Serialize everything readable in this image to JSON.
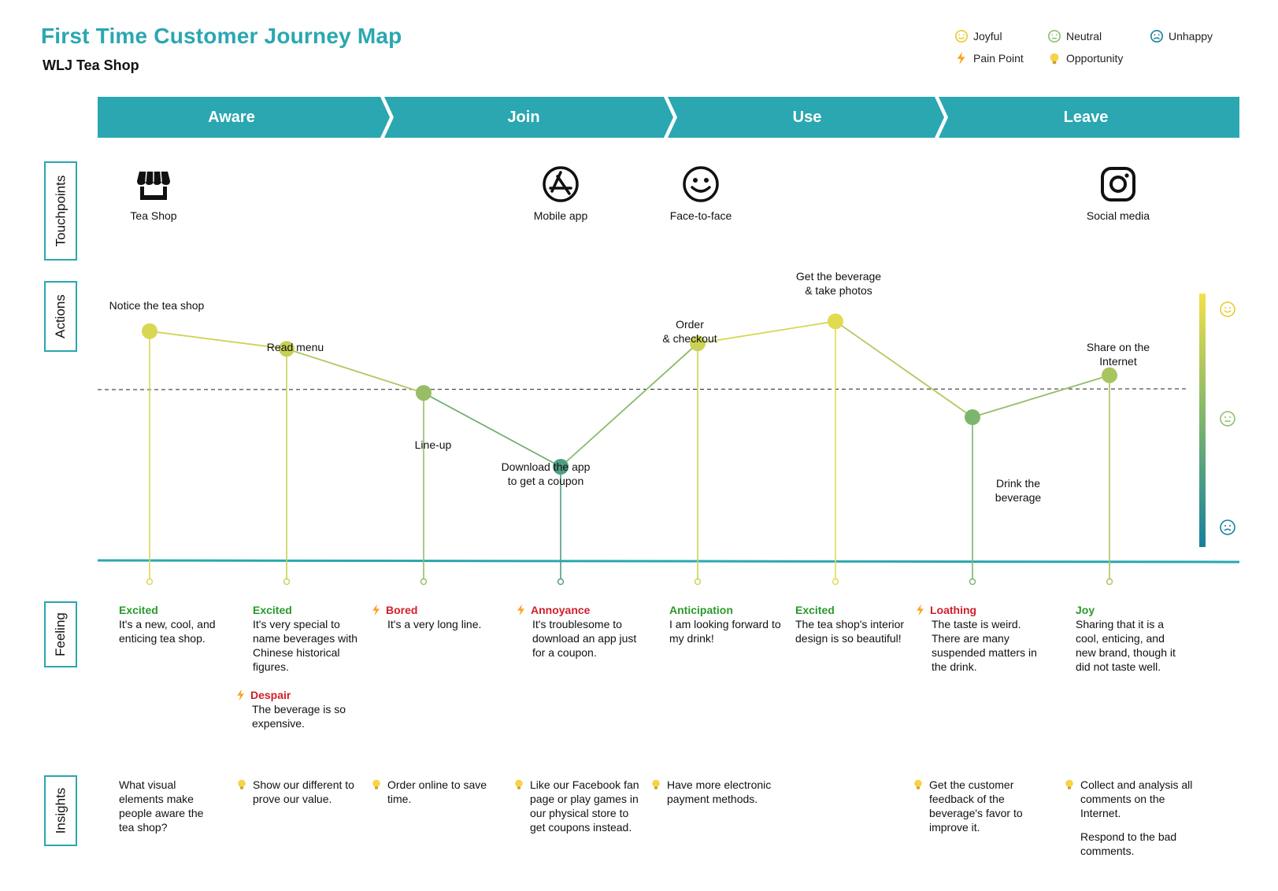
{
  "header": {
    "title": "First Time Customer Journey Map",
    "subtitle": "WLJ Tea Shop"
  },
  "legend": {
    "joyful": "Joyful",
    "neutral": "Neutral",
    "unhappy": "Unhappy",
    "pain_point": "Pain Point",
    "opportunity": "Opportunity"
  },
  "phases": [
    "Aware",
    "Join",
    "Use",
    "Leave"
  ],
  "rows": {
    "touchpoints": "Touchpoints",
    "actions": "Actions",
    "feeling": "Feeling",
    "insights": "Insights"
  },
  "touchpoints": [
    {
      "label": "Tea Shop",
      "icon": "store-icon"
    },
    {
      "label": "Mobile app",
      "icon": "app-store-icon"
    },
    {
      "label": "Face-to-face",
      "icon": "smiley-icon"
    },
    {
      "label": "Social media",
      "icon": "instagram-icon"
    }
  ],
  "colors": {
    "accent": "#2aa7b1",
    "joyful": "#f2e04a",
    "neutral": "#8fbf6b",
    "unhappy": "#17809e",
    "pain": "#f5a623",
    "positive": "#2a9a2a",
    "negative": "#d0202a"
  },
  "chart_data": {
    "type": "line",
    "x": [
      "Notice the tea shop",
      "Read menu",
      "Line-up",
      "Download the app\nto get a coupon",
      "Order\n& checkout",
      "Get the beverage\n& take photos",
      "Drink the\nbeverage",
      "Share on the\nInternet"
    ],
    "emotion_scale": [
      "Unhappy",
      "Neutral",
      "Joyful"
    ],
    "values": [
      0.78,
      0.62,
      0.22,
      -0.45,
      0.67,
      0.87,
      0.0,
      0.38
    ],
    "neutral_line": 0.25
  },
  "feelings": [
    {
      "title": "Excited",
      "tone": "pos",
      "pain": false,
      "text": "It's a new, cool, and enticing tea shop."
    },
    {
      "title": "Excited",
      "tone": "pos",
      "pain": false,
      "text": "It's very special to name beverages with Chinese historical figures."
    },
    {
      "title": "Despair",
      "tone": "neg",
      "pain": true,
      "text": "The beverage is so expensive."
    },
    {
      "title": "Bored",
      "tone": "neg",
      "pain": true,
      "text": "It's a very long line."
    },
    {
      "title": "Annoyance",
      "tone": "neg",
      "pain": true,
      "text": "It's troublesome to download an app just for a coupon."
    },
    {
      "title": "Anticipation",
      "tone": "pos",
      "pain": false,
      "text": "I am looking forward to my drink!"
    },
    {
      "title": "Excited",
      "tone": "pos",
      "pain": false,
      "text": "The tea shop's interior design is so beautiful!"
    },
    {
      "title": "Loathing",
      "tone": "neg",
      "pain": true,
      "text": "The taste is weird. There are many suspended matters in the drink."
    },
    {
      "title": "Joy",
      "tone": "pos",
      "pain": false,
      "text": "Sharing that it is a cool, enticing, and new brand, though it did not taste well."
    }
  ],
  "insights": [
    {
      "bulb": false,
      "paras": [
        "What visual elements make people aware the tea shop?"
      ]
    },
    {
      "bulb": true,
      "paras": [
        "Show our different to prove our value."
      ]
    },
    {
      "bulb": true,
      "paras": [
        "Order online to save time."
      ]
    },
    {
      "bulb": true,
      "paras": [
        "Like our Facebook fan page or play games in our physical store to get coupons instead."
      ]
    },
    {
      "bulb": true,
      "paras": [
        "Have more electronic payment methods."
      ]
    },
    {
      "bulb": true,
      "paras": [
        "Get the customer feedback of the beverage's favor to improve it."
      ]
    },
    {
      "bulb": true,
      "paras": [
        "Collect and analysis all comments on the Internet.",
        "Respond to the bad comments."
      ]
    }
  ]
}
